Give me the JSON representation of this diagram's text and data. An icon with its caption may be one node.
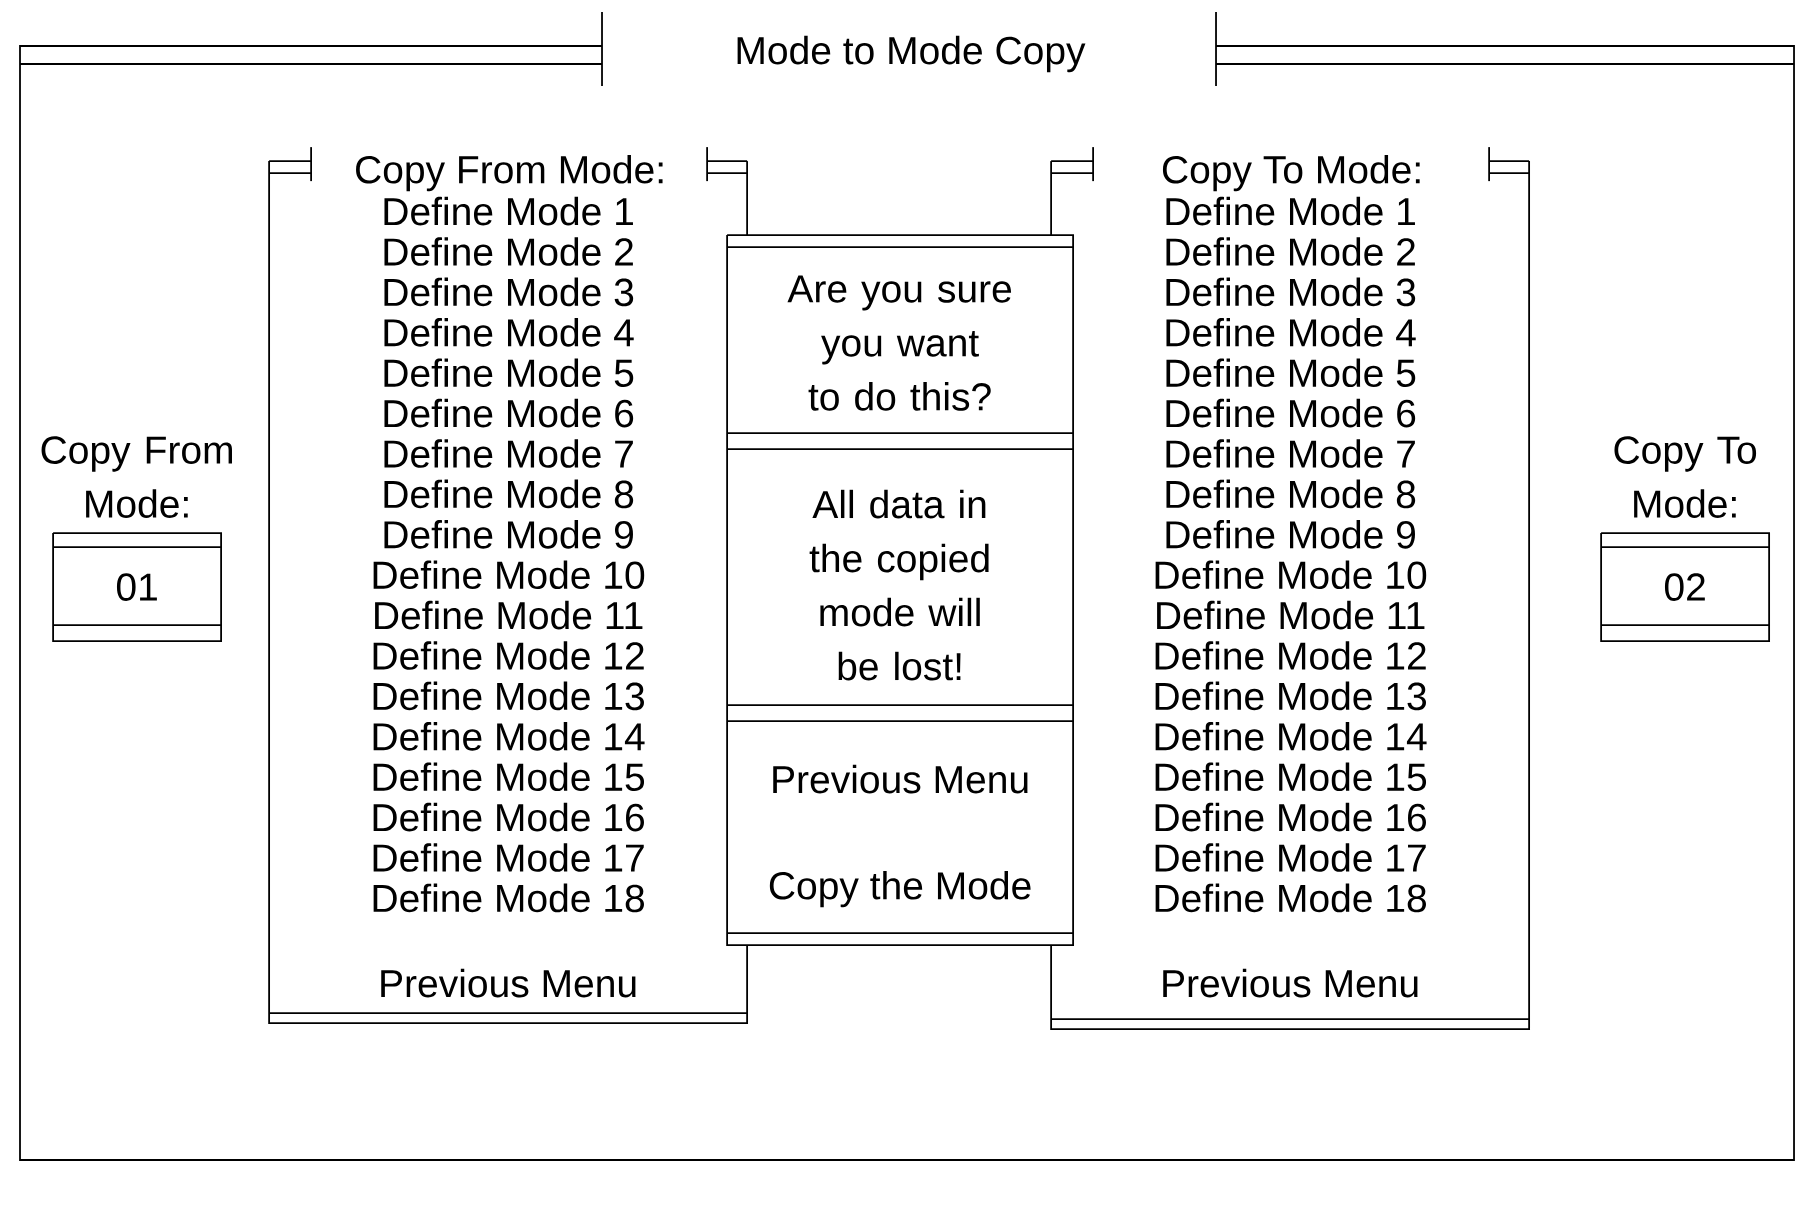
{
  "diagram": {
    "nodes": [
      {
        "text": [
          "Mode to Mode Copy"
        ]
      },
      {
        "text": [
          "Copy From Mode:",
          "01"
        ],
        "in": 0
      },
      {
        "text": [
          "Copy From Mode:",
          "Define Mode 1",
          "Define Mode 2",
          "Define Mode 3",
          "Define Mode 4",
          "Define Mode 5",
          "Define Mode 6",
          "Define Mode 7",
          "Define Mode 8",
          "Define Mode 9",
          "Define Mode 10",
          "Define Mode 11",
          "Define Mode 12",
          "Define Mode 13",
          "Define Mode 14",
          "Define Mode 15",
          "Define Mode 16",
          "Define Mode 17",
          "Define Mode 18",
          "Previous Menu"
        ],
        "in": 0
      },
      {
        "text": [
          "Are you sure you want to do this?",
          "All data in the copied mode will be lost!",
          "Previous Menu",
          "Copy the Mode"
        ],
        "in": 0
      },
      {
        "text": [
          "Copy To Mode:",
          "Define Mode 1",
          "Define Mode 2",
          "Define Mode 3",
          "Define Mode 4",
          "Define Mode 5",
          "Define Mode 6",
          "Define Mode 7",
          "Define Mode 8",
          "Define Mode 9",
          "Define Mode 10",
          "Define Mode 11",
          "Define Mode 12",
          "Define Mode 13",
          "Define Mode 14",
          "Define Mode 15",
          "Define Mode 16",
          "Define Mode 17",
          "Define Mode 18",
          "Previous Menu"
        ],
        "in": 0
      },
      {
        "text": [
          "Copy To Mode:",
          "02"
        ],
        "in": 0
      }
    ],
    "edges": []
  }
}
